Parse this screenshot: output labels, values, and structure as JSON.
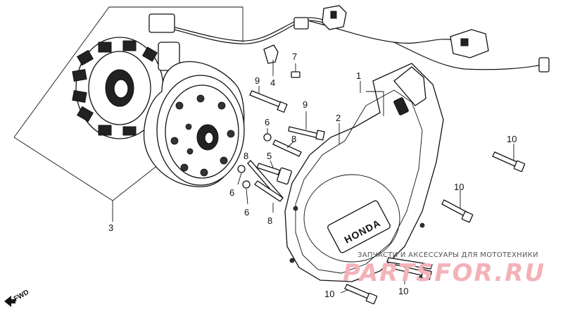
{
  "callouts": {
    "c1": "1",
    "c2": "2",
    "c3": "3",
    "c4": "4",
    "c5": "5",
    "c6a": "6",
    "c6b": "6",
    "c6c": "6",
    "c7": "7",
    "c8a": "8",
    "c8b": "8",
    "c8c": "8",
    "c9a": "9",
    "c9b": "9",
    "c10a": "10",
    "c10b": "10",
    "c10c": "10",
    "c10d": "10"
  },
  "cover_logo": "HONDA",
  "watermark": {
    "subtitle": "ЗАПЧАСТИ И АКСЕССУАРЫ ДЛЯ МОТОТЕХНИКИ",
    "brand": "PARTSFOR.RU"
  },
  "fwd_label": "FWD"
}
